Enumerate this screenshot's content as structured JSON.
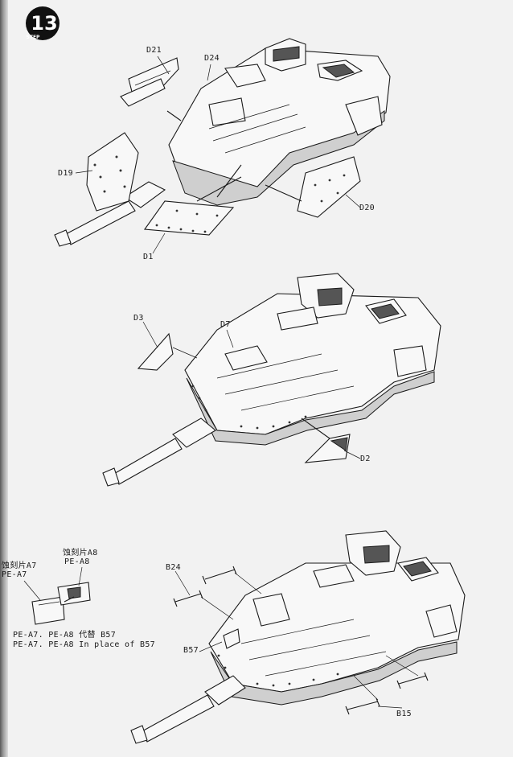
{
  "step": {
    "number": "13",
    "word": "STEP"
  },
  "diagram1": {
    "parts": {
      "d21": "D21",
      "d24": "D24",
      "d19": "D19",
      "d20": "D20",
      "d1": "D1"
    }
  },
  "diagram2": {
    "parts": {
      "d3": "D3",
      "d7": "D7",
      "d2": "D2"
    }
  },
  "diagram3": {
    "parts": {
      "b24": "B24",
      "b57": "B57",
      "b15": "B15"
    },
    "pe_inset": {
      "label_a8_cn": "蚀刻片A8",
      "label_a8": "PE-A8",
      "label_a7_cn": "蚀刻片A7",
      "label_a7": "PE-A7",
      "note_line1": "PE-A7. PE-A8  代替 B57",
      "note_line2": "PE-A7. PE-A8  In place of B57"
    }
  }
}
